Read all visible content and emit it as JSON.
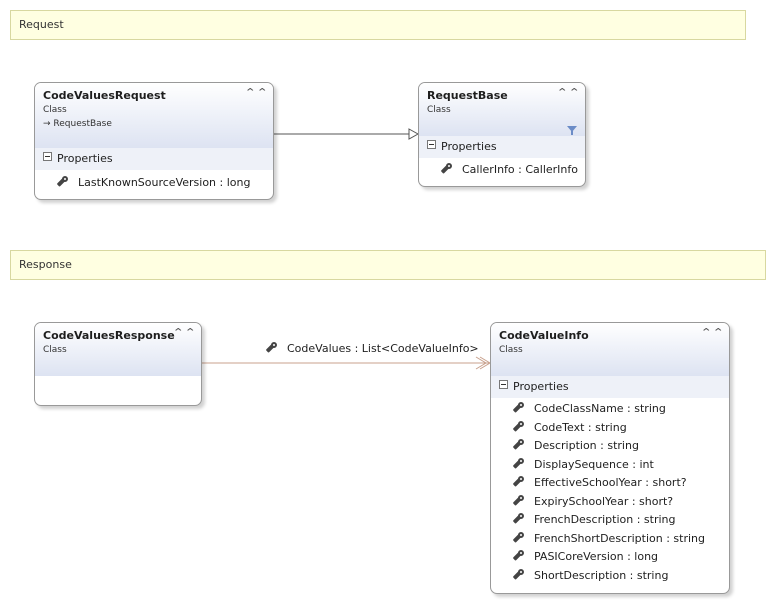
{
  "comments": {
    "request": "Request",
    "response": "Response"
  },
  "classes": {
    "code_values_request": {
      "name": "CodeValuesRequest",
      "kind": "Class",
      "base": "RequestBase",
      "compartment": "Properties",
      "members": [
        "LastKnownSourceVersion : long"
      ]
    },
    "request_base": {
      "name": "RequestBase",
      "kind": "Class",
      "compartment": "Properties",
      "members": [
        "CallerInfo : CallerInfo"
      ]
    },
    "code_values_response": {
      "name": "CodeValuesResponse",
      "kind": "Class"
    },
    "code_value_info": {
      "name": "CodeValueInfo",
      "kind": "Class",
      "compartment": "Properties",
      "members": [
        "CodeClassName : string",
        "CodeText : string",
        "Description : string",
        "DisplaySequence : int",
        "EffectiveSchoolYear : short?",
        "ExpirySchoolYear : short?",
        "FrenchDescription : string",
        "FrenchShortDescription : string",
        "PASICoreVersion : long",
        "ShortDescription : string"
      ]
    }
  },
  "association": {
    "label": "CodeValues : List<CodeValueInfo>"
  },
  "icons": {
    "collapse": "double-chevron-up-icon",
    "property": "wrench-icon",
    "compartment_toggle": "minus-box-icon",
    "inheritance": "inheritance-arrow-icon",
    "filter": "filter-icon"
  },
  "colors": {
    "comment_fill": "#ffffe1",
    "header_gradient": "#dde3f2",
    "inheritance_line": "#555555",
    "association_line": "#c8a08c"
  }
}
